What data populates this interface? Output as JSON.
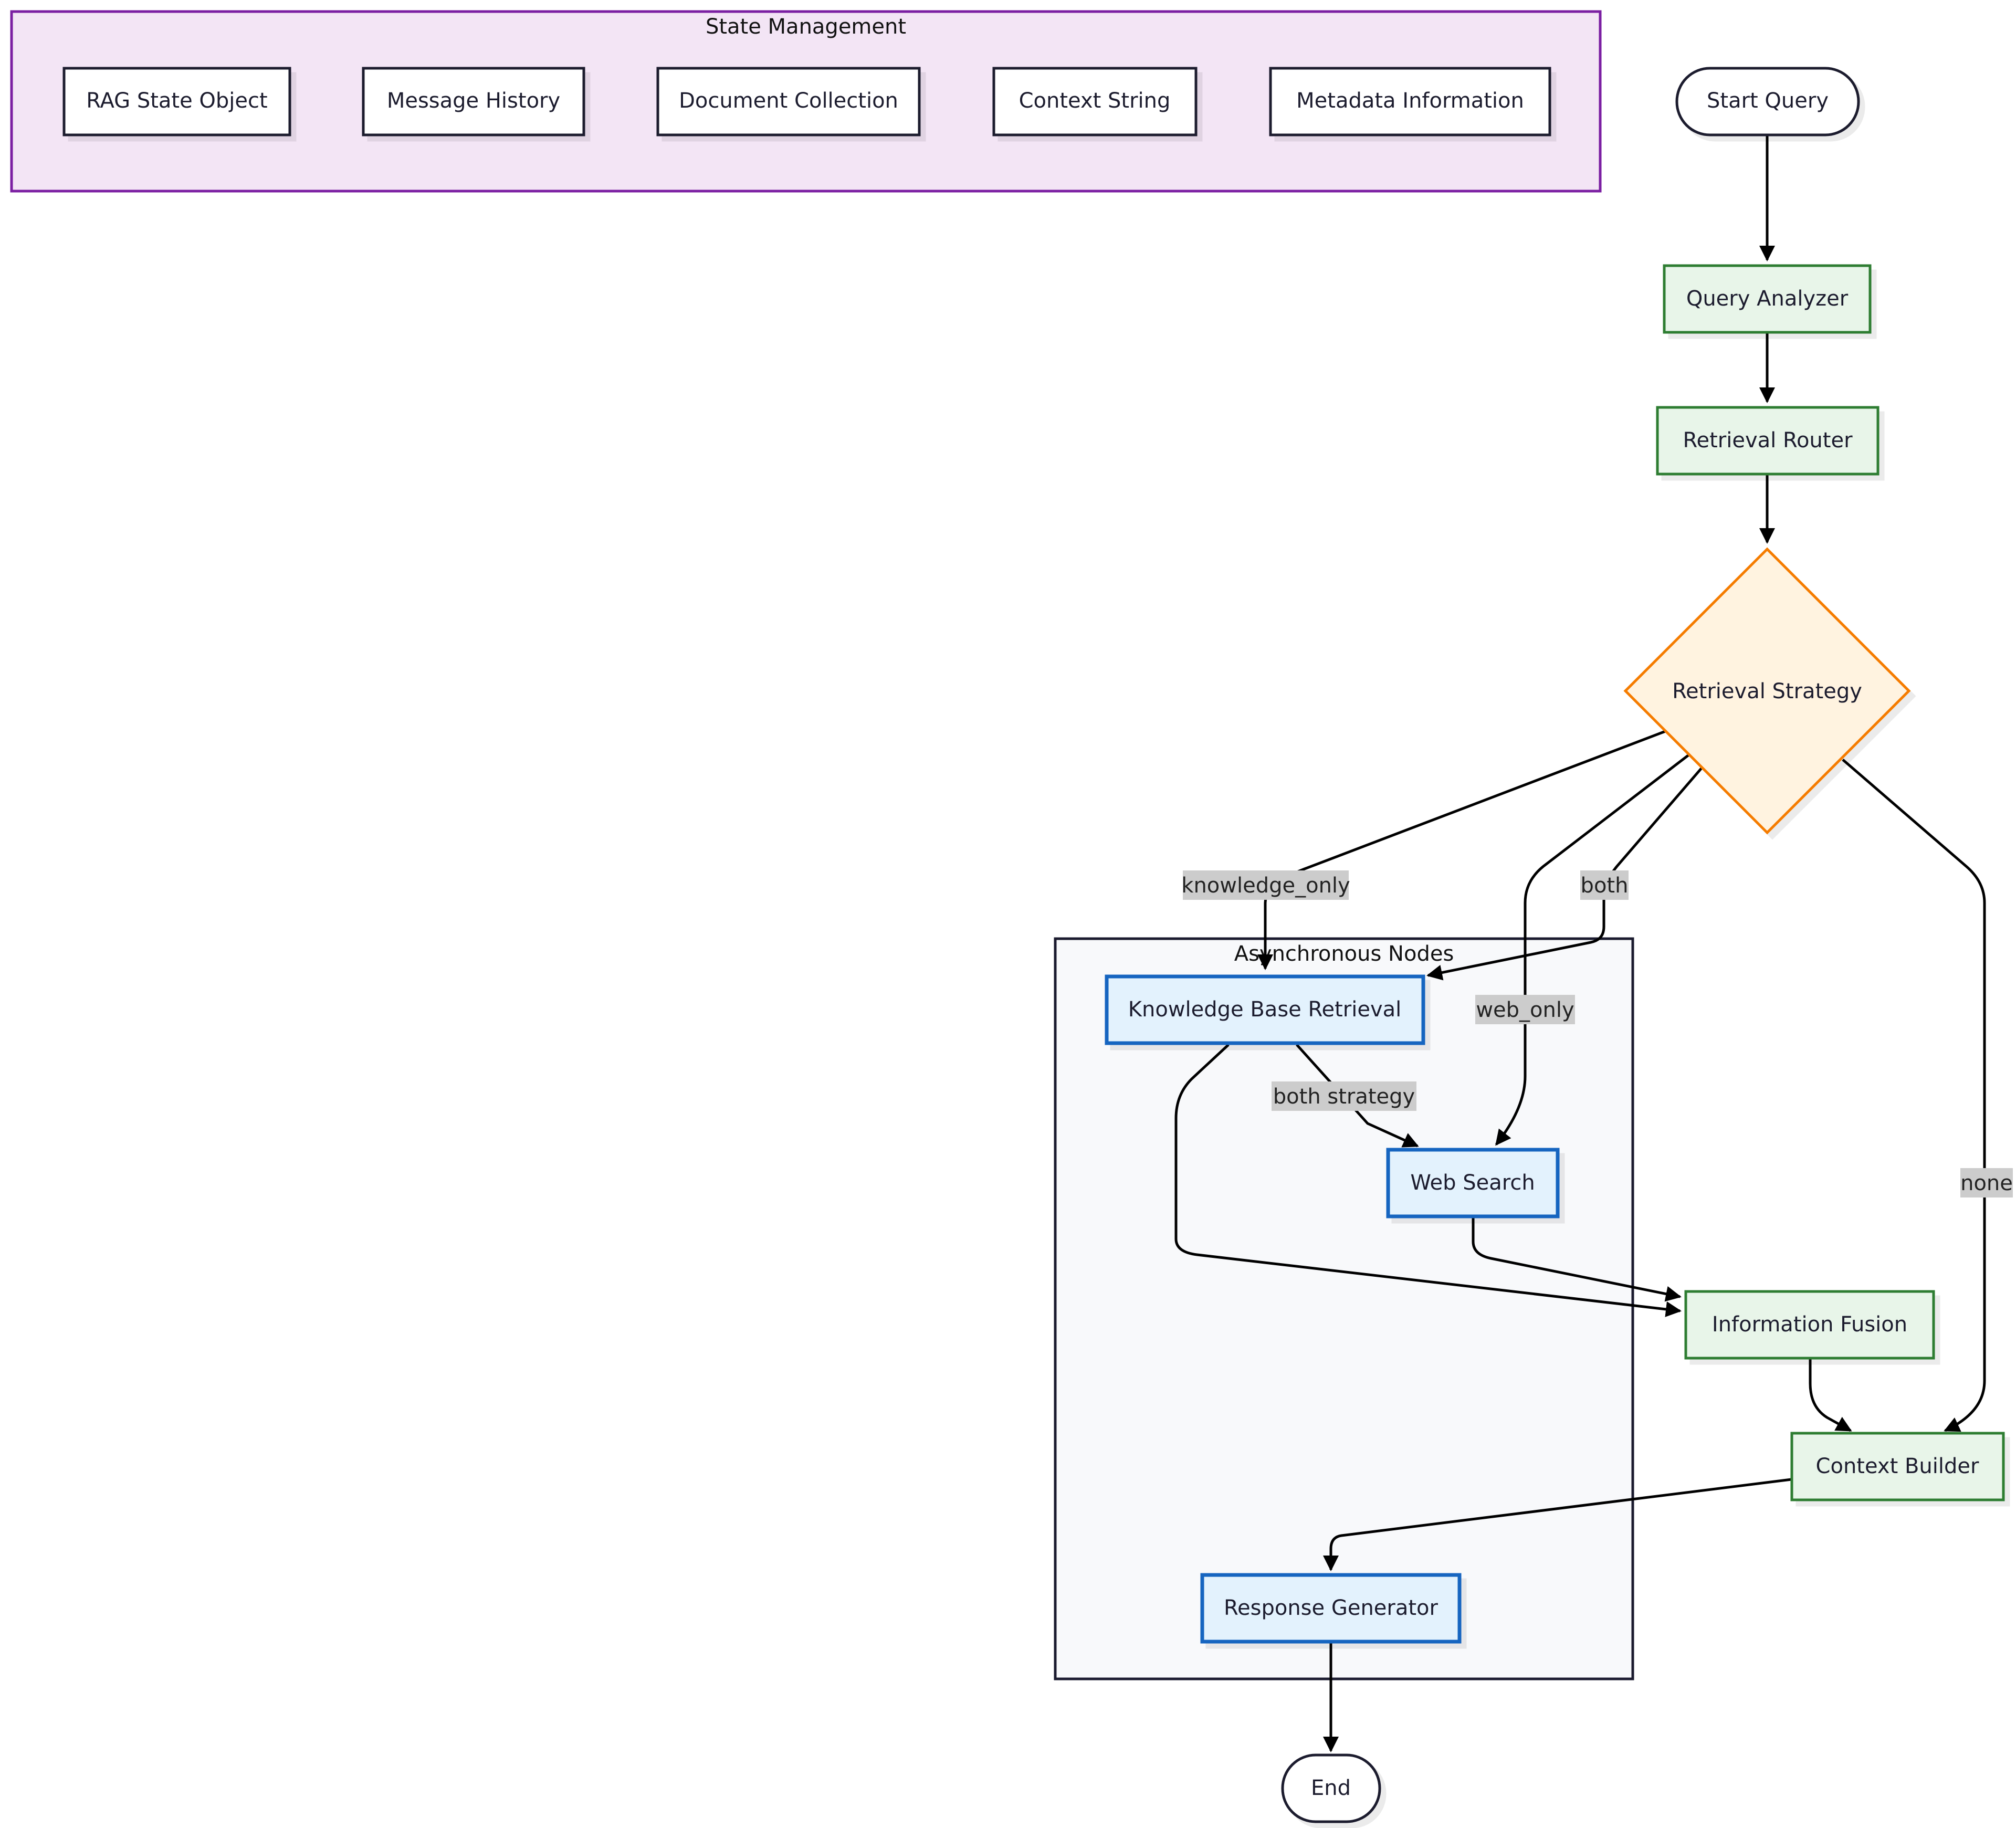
{
  "groups": {
    "state": {
      "title": "State Management"
    },
    "async": {
      "title": "Asynchronous Nodes"
    }
  },
  "nodes": {
    "rag_state": "RAG State Object",
    "message_history": "Message History",
    "document_collection": "Document Collection",
    "context_string": "Context String",
    "metadata": "Metadata Information",
    "start": "Start Query",
    "query_analyzer": "Query Analyzer",
    "retrieval_router": "Retrieval Router",
    "retrieval_strategy": "Retrieval Strategy",
    "kb_retrieval": "Knowledge Base Retrieval",
    "web_search": "Web Search",
    "info_fusion": "Information Fusion",
    "context_builder": "Context Builder",
    "response_generator": "Response Generator",
    "end": "End"
  },
  "edges": {
    "knowledge_only": "knowledge_only",
    "both": "both",
    "web_only": "web_only",
    "none": "none",
    "both_strategy": "both strategy"
  },
  "colors": {
    "state_fill": "#f3e5f5",
    "state_stroke": "#7b1fa2",
    "process_fill": "#e8f5e9",
    "process_stroke": "#2e7d32",
    "decision_fill": "#fff3e0",
    "decision_stroke": "#f57c00",
    "async_fill": "#e3f2fd",
    "async_stroke": "#1565c0",
    "edge_label_bg": "#cccccc"
  }
}
